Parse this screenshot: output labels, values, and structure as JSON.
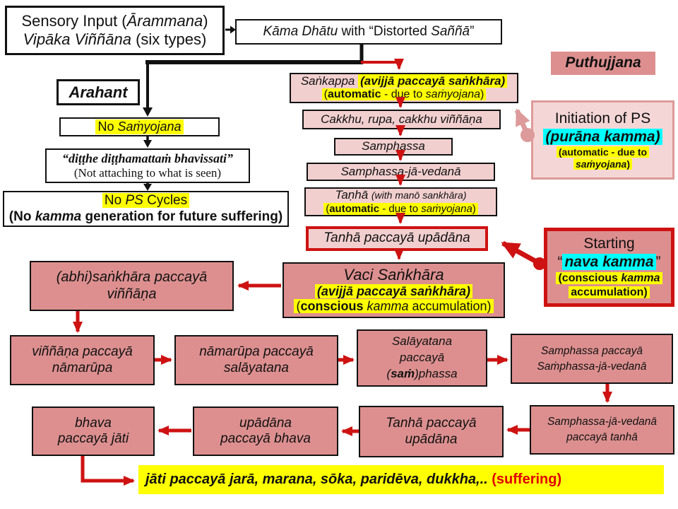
{
  "colors": {
    "salmon_fill": "#DD8F8F",
    "light_pink_fill": "#F2CFCF",
    "initiation_fill": "#F5D6D6",
    "initiation_border": "#DD9A9A",
    "yellow_highlight": "#FFFF00",
    "cyan_highlight": "#00FFFF",
    "red_accent": "#CE1212",
    "suffering_text": "#E00000"
  },
  "top_flow": {
    "sensory": {
      "l1a": "Sensory Input (",
      "l1b": "Ārammana",
      "l1c": ")",
      "l2a": "Vipāka Viññāna ",
      "l2b": "(six types)"
    },
    "kama": {
      "a": "Kāma Dhātu",
      "b": " with “Distorted ",
      "c": "Saññā",
      "d": "”"
    }
  },
  "arahant_flow": {
    "arahant": "Arahant",
    "no_samyojana": {
      "a": "No ",
      "b": "Saṁyojana"
    },
    "ditthe": {
      "l1": "“diṭṭhe diṭṭhamattaṁ bhavissati”",
      "l2": "(Not attaching to what is seen)"
    },
    "no_ps": {
      "l1a": "No ",
      "l1b": "PS",
      "l1c": " Cycles",
      "l2a": "(No ",
      "l2b": "kamma",
      "l2c": " generation for future suffering)"
    }
  },
  "middle_flow": {
    "sankappa": {
      "l1a": "Saṅkappa ",
      "l1b": "(avijjā paccayā saṅkhāra)",
      "l2a": "(",
      "l2b": "automatic",
      "l2c": " - due to ",
      "l2d": "saṁyojana",
      "l2e": ")"
    },
    "cakkhu": "Cakkhu, rupa, cakkhu viññāṇa",
    "samphassa": "Samphassa",
    "samphassa_ja_vedana": "Samphassa-jā-vedanā",
    "tanha": {
      "l1a": "Taṇhā ",
      "l1b": "(with manō sankhāra)",
      "l2a": "(",
      "l2b": "automatic",
      "l2c": " - due to ",
      "l2d": "saṁyojana",
      "l2e": ")"
    },
    "tanha_paccaya_upadana": "Tanhā paccayā upādāna",
    "vaci": {
      "l1": "Vaci Saṅkhāra",
      "l2": "(avijjā paccayā saṅkhāra)",
      "l3a": "(",
      "l3b": "conscious",
      "l3c": " ",
      "l3d": "kamma",
      "l3e": " accumulation)"
    }
  },
  "right_panel": {
    "puthujjana": "Puthujjana",
    "initiation": {
      "l1": "Initiation of PS",
      "l2": "(purāna kamma)",
      "l3": "(automatic - due to",
      "l4a": "saṁyojana",
      "l4b": ")"
    },
    "starting": {
      "l1": "Starting",
      "l2a": "“",
      "l2b": "nava kamma",
      "l2c": "”",
      "l3a": "(conscious ",
      "l3b": "kamma",
      "l4": "accumulation)"
    }
  },
  "cycle": {
    "abhi": {
      "l1": "(abhi)saṅkhāra paccayā",
      "l2": "viññāṇa"
    },
    "vinnana_paccaya": {
      "l1": "viññāṇa paccayā",
      "l2": "nāmarūpa"
    },
    "namarupa_paccaya": {
      "l1": "nāmarūpa paccayā",
      "l2": "salāyatana"
    },
    "salayatana_paccaya": {
      "l1": "Salāyatana",
      "l2": "paccayā",
      "l3a": "(",
      "l3b": "saṁ",
      "l3c": ")phassa"
    },
    "samphassa_paccaya": {
      "l1": "Samphassa paccayā",
      "l2": "Saṁphassa-jā-vedanā"
    },
    "sjv_paccaya_tanha": {
      "l1": "Samphassa-jā-vedanā",
      "l2": "paccayā tanhā"
    },
    "tanha_paccaya_upadana2": {
      "l1": "Tanhā paccayā",
      "l2": "upādāna"
    },
    "upadana_paccaya_bhava": {
      "l1": "upādāna",
      "l2": "paccayā bhava"
    },
    "bhava_paccaya_jati": {
      "l1": "bhava",
      "l2": "paccayā jāti"
    },
    "suffering": {
      "a": "jāti  paccayā jarā, marana, sōka, paridēva, dukkha,.. ",
      "b": "(suffering)"
    }
  }
}
